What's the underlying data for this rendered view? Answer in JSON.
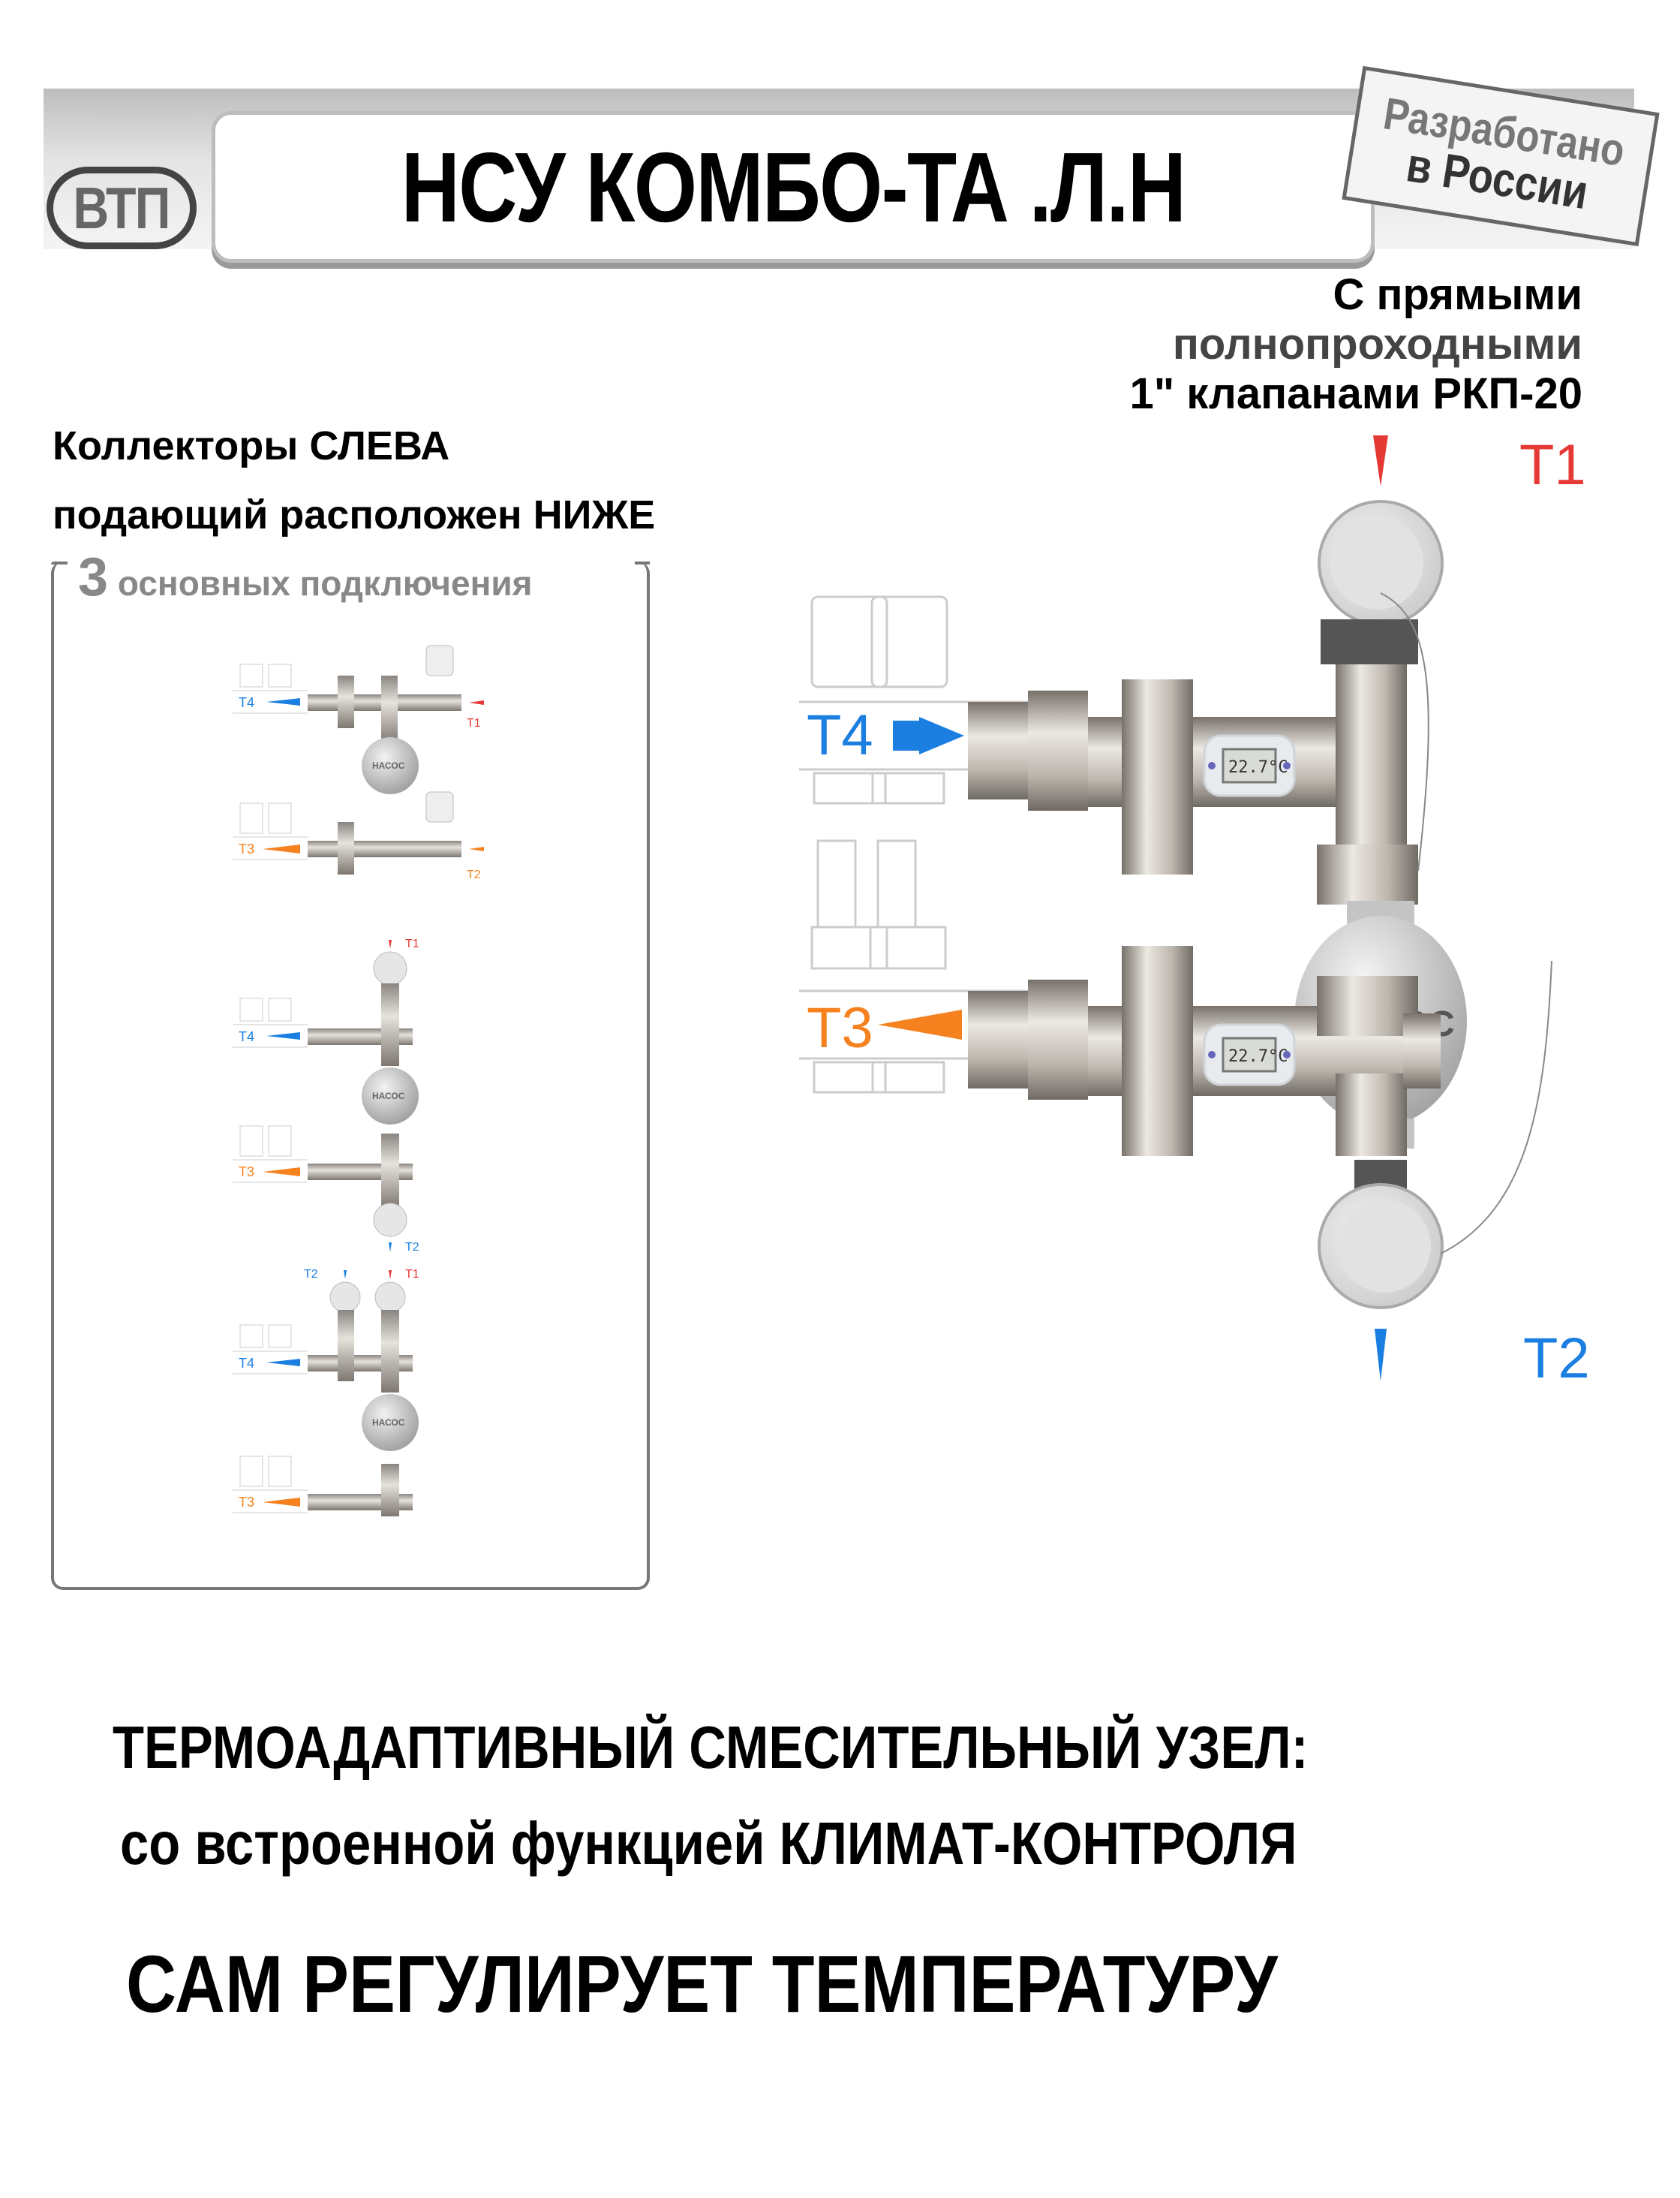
{
  "header": {
    "logo_text": "ВТП",
    "title": "НСУ КОМБО-ТА .Л.Н",
    "stamp_line1": "Разработано",
    "stamp_line2": "в России"
  },
  "spec": {
    "line1": "С  прямыми",
    "line2": "полнопроходными",
    "line3": "1\" клапанами РКП-20"
  },
  "layout_note": {
    "line1": "Коллекторы  СЛЕВА",
    "line2": "подающий расположен  НИЖЕ"
  },
  "connections": {
    "count": "3",
    "title": "основных подключения",
    "diagrams": [
      {
        "labels": [
          "T4",
          "T1",
          "T3",
          "T2"
        ],
        "pump": "НАСОС"
      },
      {
        "labels": [
          "T1",
          "T4",
          "T3",
          "T2"
        ],
        "pump": "НАСОС"
      },
      {
        "labels": [
          "T2",
          "T1",
          "T4",
          "T3"
        ],
        "pump": "НАСОС"
      }
    ]
  },
  "main_diagram": {
    "t1": "T1",
    "t2": "T2",
    "t3": "T3",
    "t4": "T4",
    "pump_label": "НАСОС",
    "thermometer_top": "22.7°C",
    "thermometer_bottom": "22.7°C",
    "colors": {
      "t1": "#e53935",
      "t2": "#1a7fe0",
      "t3": "#f5821f",
      "t4": "#1a7fe0"
    }
  },
  "footer": {
    "line1": "ТЕРМОАДАПТИВНЫЙ СМЕСИТЕЛЬНЫЙ УЗЕЛ:",
    "line2": "со встроенной функцией КЛИМАТ-КОНТРОЛЯ",
    "line3": "САМ РЕГУЛИРУЕТ ТЕМПЕРАТУРУ"
  }
}
